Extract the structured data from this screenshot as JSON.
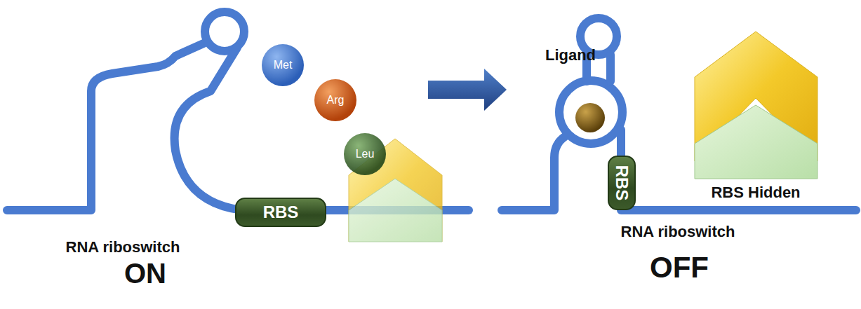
{
  "diagram": {
    "nodes": [
      {
        "text": [
          "Met"
        ]
      },
      {
        "text": [
          "Arg"
        ]
      },
      {
        "text": [
          "Leu"
        ]
      },
      {
        "text": [
          "RBS"
        ]
      },
      {
        "text": [
          "RBS"
        ]
      }
    ],
    "labels": [
      "RNA riboswitch",
      "ON",
      "Ligand",
      "RBS Hidden",
      "RNA riboswitch",
      "OFF"
    ]
  }
}
